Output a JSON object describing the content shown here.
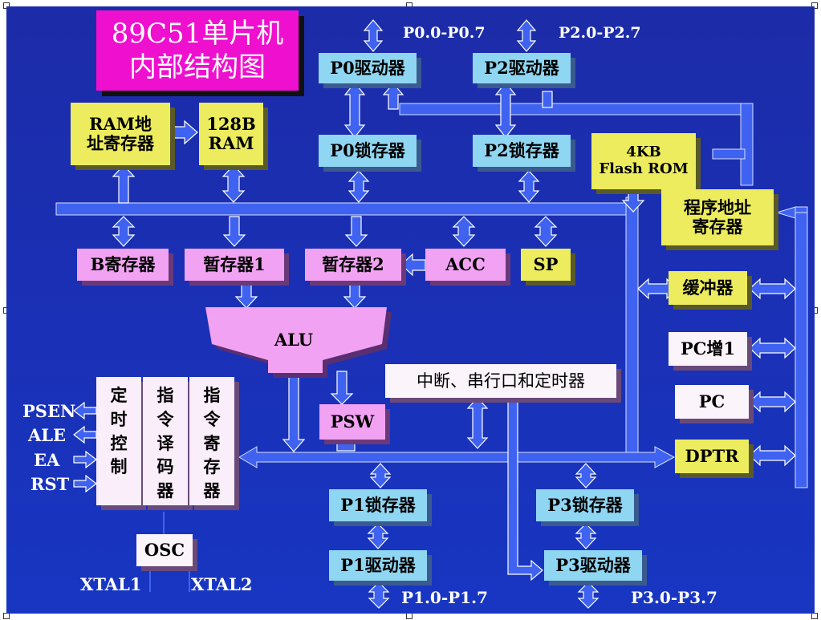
{
  "title": {
    "line1": "89C51单片机",
    "line2": "内部结构图"
  },
  "blocks": {
    "p0_driver": "P0驱动器",
    "p2_driver": "P2驱动器",
    "p0_latch": "P0锁存器",
    "p2_latch": "P2锁存器",
    "ram_addr_line1": "RAM地",
    "ram_addr_line2": "址寄存器",
    "ram_line1": "128B",
    "ram_line2": "RAM",
    "flash_line1": "4KB",
    "flash_line2": "Flash ROM",
    "prog_addr_line1": "程序地址",
    "prog_addr_line2": "寄存器",
    "b_reg": "B寄存器",
    "tmp1": "暂存器1",
    "tmp2": "暂存器2",
    "acc": "ACC",
    "sp": "SP",
    "buffer": "缓冲器",
    "pc_inc": "PC增1",
    "pc": "PC",
    "dptr": "DPTR",
    "alu": "ALU",
    "psw": "PSW",
    "interrupt": "中断、串行口和定时器",
    "timing": [
      "定",
      "时",
      "控",
      "制"
    ],
    "decoder": [
      "指",
      "令",
      "译",
      "码",
      "器"
    ],
    "ir": [
      "指",
      "令",
      "寄",
      "存",
      "器"
    ],
    "osc": "OSC",
    "p1_latch": "P1锁存器",
    "p1_driver": "P1驱动器",
    "p3_latch": "P3锁存器",
    "p3_driver": "P3驱动器"
  },
  "pins": {
    "p0": "P0.0-P0.7",
    "p2": "P2.0-P2.7",
    "p1": "P1.0-P1.7",
    "p3": "P3.0-P3.7",
    "psen": "PSEN",
    "ale": "ALE",
    "ea": "EA",
    "rst": "RST",
    "xtal1": "XTAL1",
    "xtal2": "XTAL2"
  },
  "colors": {
    "background": "#1a2fb4",
    "bus": "#3f63f0",
    "title_bg": "#ee10ce",
    "port_box": "#8fd6f2",
    "memory_box": "#ecec5e",
    "register_box": "#f2a2f2",
    "light_box": "#fbf4fb"
  }
}
